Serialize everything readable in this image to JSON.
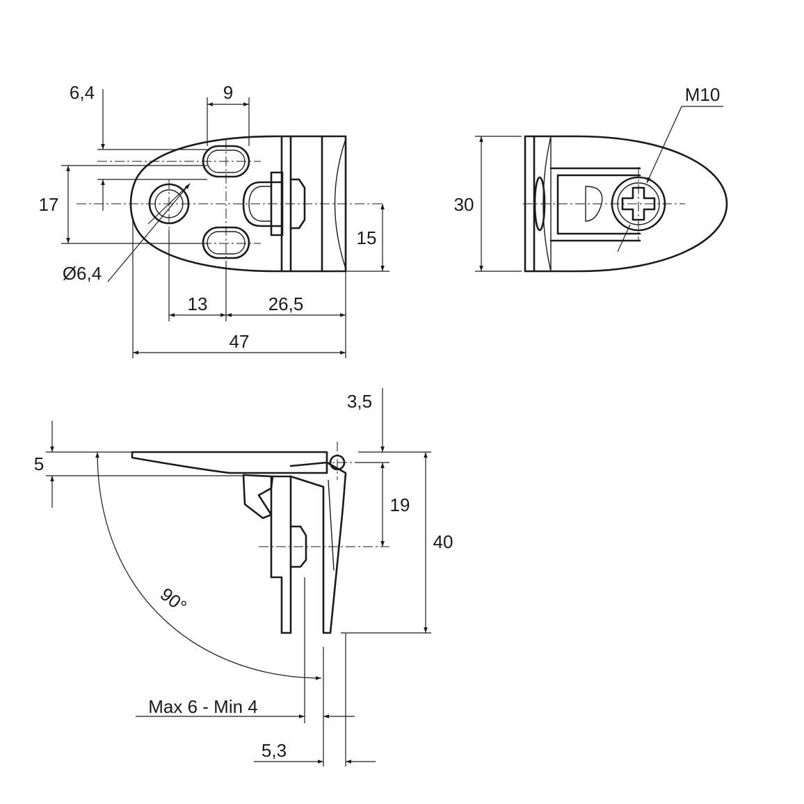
{
  "drawing": {
    "colors": {
      "line": "#1a1a1a",
      "background": "#ffffff"
    },
    "top_view": {
      "dims": {
        "d_6_4": "6,4",
        "d_9": "9",
        "d_17": "17",
        "d_15": "15",
        "d_diam": "Ø6,4",
        "d_13": "13",
        "d_26_5": "26,5",
        "d_47": "47"
      }
    },
    "end_view": {
      "dims": {
        "d_30": "30",
        "d_m10": "M10"
      }
    },
    "side_view": {
      "dims": {
        "d_3_5": "3,5",
        "d_5": "5",
        "d_19": "19",
        "d_40": "40",
        "d_angle": "90°",
        "d_max_min": "Max 6 - Min 4",
        "d_5_3": "5,3"
      }
    }
  }
}
